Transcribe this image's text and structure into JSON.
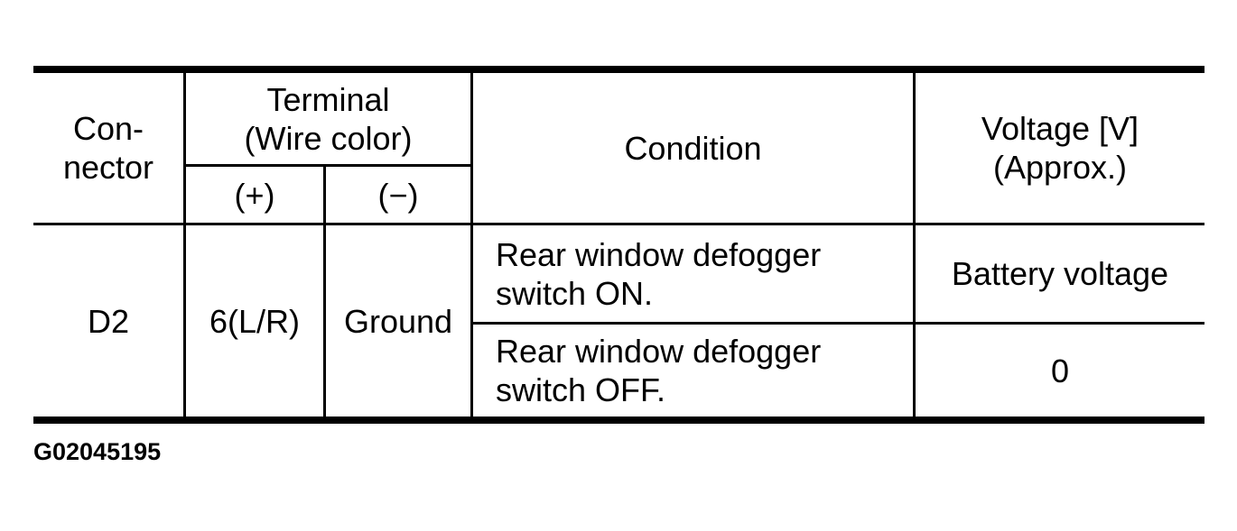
{
  "page": {
    "background": "#ffffff",
    "text_color": "#000000",
    "border_color": "#000000"
  },
  "table": {
    "header": {
      "connector": {
        "line1": "Con-",
        "line2": "nector"
      },
      "terminal": {
        "line1": "Terminal",
        "line2": "(Wire color)"
      },
      "terminal_plus": "(+)",
      "terminal_minus": "(−)",
      "condition": "Condition",
      "voltage": {
        "line1": "Voltage [V]",
        "line2": "(Approx.)"
      }
    },
    "row": {
      "connector": "D2",
      "terminal_plus": "6(L/R)",
      "terminal_minus": "Ground",
      "conditions": [
        {
          "condition": "Rear window defogger switch ON.",
          "voltage": "Battery voltage"
        },
        {
          "condition": "Rear window defogger switch OFF.",
          "voltage": "0"
        }
      ]
    }
  },
  "caption": "G02045195"
}
